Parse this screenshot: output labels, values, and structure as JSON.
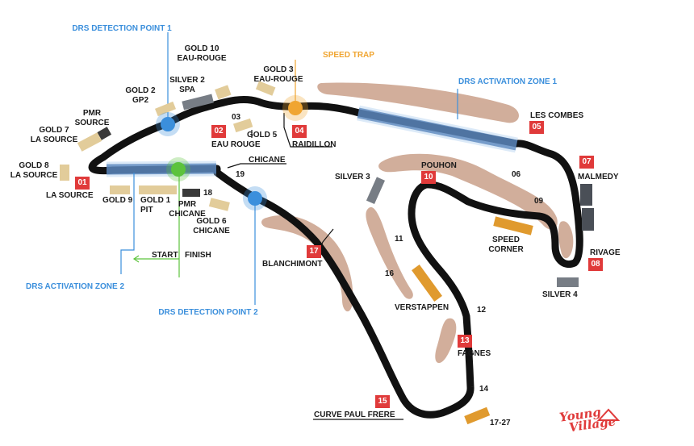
{
  "title": "",
  "colors": {
    "track": "#111111",
    "run_off": "#caa08a",
    "drs_zone": "#2f5fa0",
    "detection_point": "#3b8fdc",
    "speed_trap": "#f0a531",
    "gold_stand": "#e2cc9a",
    "silver_stand": "#777d85",
    "pmr_stand": "#3a3a3a",
    "orange_stand": "#e09a2e",
    "badge": "#e03a3a",
    "start_line": "#5cc33c"
  },
  "markers": {
    "drs_detection_1": "DRS DETECTION POINT 1",
    "drs_detection_2": "DRS DETECTION POINT 2",
    "drs_activation_1": "DRS ACTIVATION ZONE 1",
    "drs_activation_2": "DRS ACTIVATION ZONE 2",
    "speed_trap": "SPEED TRAP",
    "start": "START",
    "finish": "FINISH"
  },
  "stands": {
    "gold10": "GOLD 10\nEAU-ROUGE",
    "silver2": "SILVER 2\nSPA",
    "gold2": "GOLD 2\nGP2",
    "gold3": "GOLD 3\nEAU-ROUGE",
    "pmr_source": "PMR\nSOURCE",
    "gold7": "GOLD 7\nLA SOURCE",
    "gold8": "GOLD 8\nLA SOURCE",
    "gold5": "GOLD 5",
    "gold9": "GOLD 9",
    "gold1": "GOLD 1\nPIT",
    "pmr_chicane": "PMR\nCHICANE",
    "gold6": "GOLD 6\nCHICANE",
    "silver3": "SILVER 3",
    "speed_corner": "SPEED\nCORNER",
    "silver4": "SILVER 4",
    "verstappen": "VERSTAPPEN",
    "stand_1727": "17-27"
  },
  "corners": {
    "c01": {
      "num": "01",
      "name": "LA SOURCE"
    },
    "c02": {
      "num": "02",
      "name": "EAU ROUGE"
    },
    "c04": {
      "num": "04",
      "name": "RAIDILLON"
    },
    "c05": {
      "num": "05",
      "name": "LES COMBES"
    },
    "c07": {
      "num": "07",
      "name": "MALMEDY"
    },
    "c08": {
      "num": "08",
      "name": "RIVAGE"
    },
    "c10": {
      "num": "10",
      "name": "POUHON"
    },
    "c13": {
      "num": "13",
      "name": "FAGNES"
    },
    "c15": {
      "num": "15",
      "name": "CURVE PAUL FRERE"
    },
    "c17": {
      "num": "17",
      "name": "BLANCHIMONT"
    },
    "c19": {
      "num": "19",
      "name": "CHICANE"
    }
  },
  "turn_numbers": {
    "t03": "03",
    "t06": "06",
    "t09": "09",
    "t11": "11",
    "t12": "12",
    "t14": "14",
    "t16": "16",
    "t18": "18",
    "t19": "19"
  },
  "logo": {
    "line1": "Young",
    "line2": "Village"
  }
}
